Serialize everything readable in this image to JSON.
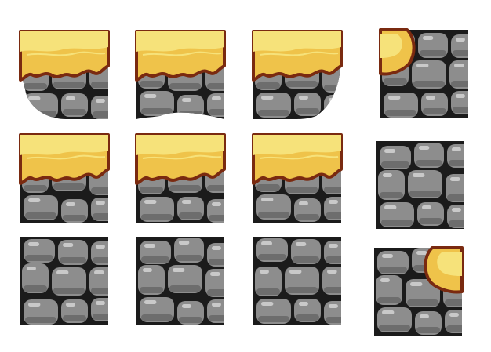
{
  "sheet": {
    "colors": {
      "background": "#ffffff",
      "stone_fill": "#8d8d8d",
      "stone_shadow": "#6d6d6d",
      "stone_highlight": "#c9c9c9",
      "mortar": "#1b1b1b",
      "sand_light": "#f6e27a",
      "sand_mid": "#efc34a",
      "sand_outline": "#7a2a10"
    },
    "tiles": [
      {
        "name": "tile-grass-top-left-rounded",
        "variant": "top-left-cap",
        "cap": "top",
        "shape": "round-left",
        "icon": "stone-sand-cap-tile"
      },
      {
        "name": "tile-grass-top-middle-a",
        "variant": "top-middle-cap",
        "cap": "top",
        "shape": "flat",
        "icon": "stone-sand-cap-tile"
      },
      {
        "name": "tile-grass-top-right-rounded",
        "variant": "top-right-cap",
        "cap": "top",
        "shape": "round-right",
        "icon": "stone-sand-cap-tile"
      },
      {
        "name": "tile-corner-sand-top-left",
        "variant": "corner-sand-top-left",
        "cap": "corner-tl",
        "shape": "square",
        "icon": "stone-sand-corner-tile"
      },
      {
        "name": "tile-grass-top-left",
        "variant": "top-left",
        "cap": "top",
        "shape": "square",
        "icon": "stone-sand-cap-tile"
      },
      {
        "name": "tile-grass-top-middle-b",
        "variant": "top-middle",
        "cap": "top",
        "shape": "square",
        "icon": "stone-sand-cap-tile"
      },
      {
        "name": "tile-grass-top-right",
        "variant": "top-right",
        "cap": "top",
        "shape": "square",
        "icon": "stone-sand-cap-tile"
      },
      {
        "name": "tile-stone-fill",
        "variant": "fill",
        "cap": "none",
        "shape": "square",
        "icon": "stone-tile"
      },
      {
        "name": "tile-stone-left",
        "variant": "wall-left",
        "cap": "none",
        "shape": "square",
        "icon": "stone-tile"
      },
      {
        "name": "tile-stone-middle",
        "variant": "wall-middle",
        "cap": "none",
        "shape": "square",
        "icon": "stone-tile"
      },
      {
        "name": "tile-stone-right",
        "variant": "wall-right",
        "cap": "none",
        "shape": "square",
        "icon": "stone-tile"
      },
      {
        "name": "tile-corner-sand-top-right",
        "variant": "corner-sand-top-right",
        "cap": "corner-tr",
        "shape": "square",
        "icon": "stone-sand-corner-tile"
      }
    ]
  }
}
